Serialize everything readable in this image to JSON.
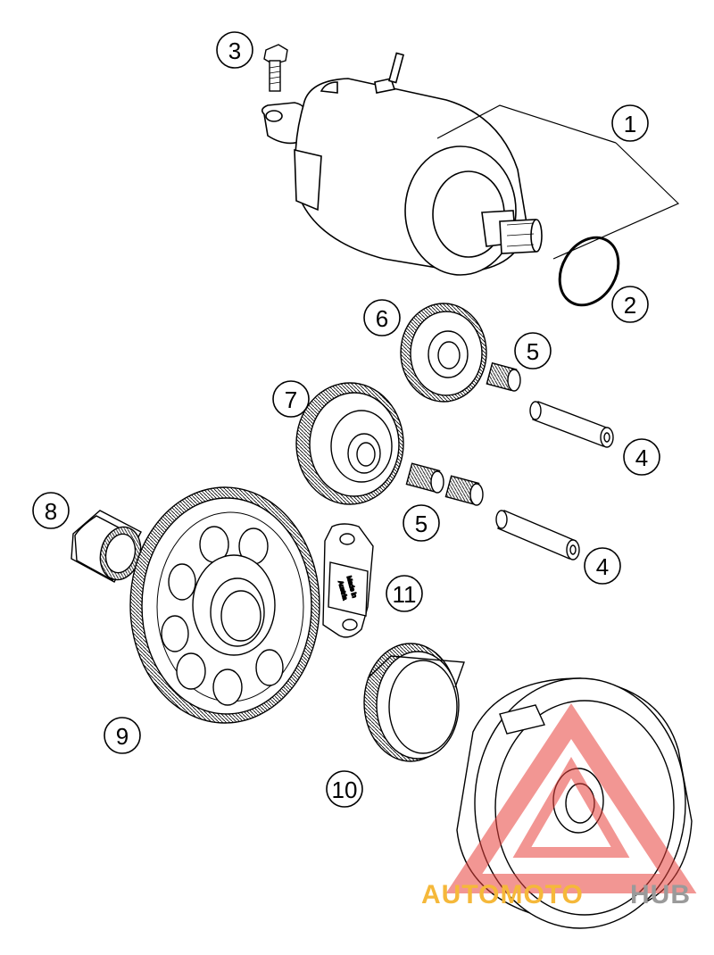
{
  "diagram": {
    "callouts": [
      {
        "id": "c1",
        "label": "1"
      },
      {
        "id": "c2",
        "label": "2"
      },
      {
        "id": "c3",
        "label": "3"
      },
      {
        "id": "c4a",
        "label": "4"
      },
      {
        "id": "c4b",
        "label": "4"
      },
      {
        "id": "c5a",
        "label": "5"
      },
      {
        "id": "c5b",
        "label": "5"
      },
      {
        "id": "c6",
        "label": "6"
      },
      {
        "id": "c7",
        "label": "7"
      },
      {
        "id": "c8",
        "label": "8"
      },
      {
        "id": "c9",
        "label": "9"
      },
      {
        "id": "c10",
        "label": "10"
      },
      {
        "id": "c11",
        "label": "11"
      }
    ],
    "stamp_text_line1": "Made in",
    "stamp_text_line2": "Austria"
  },
  "watermark": {
    "part1": "AUTOMOTO",
    "part2": "HUB",
    "color_primary": "#f5b83a",
    "color_secondary": "#9a9a9a",
    "logo_color": "#e8423c"
  }
}
